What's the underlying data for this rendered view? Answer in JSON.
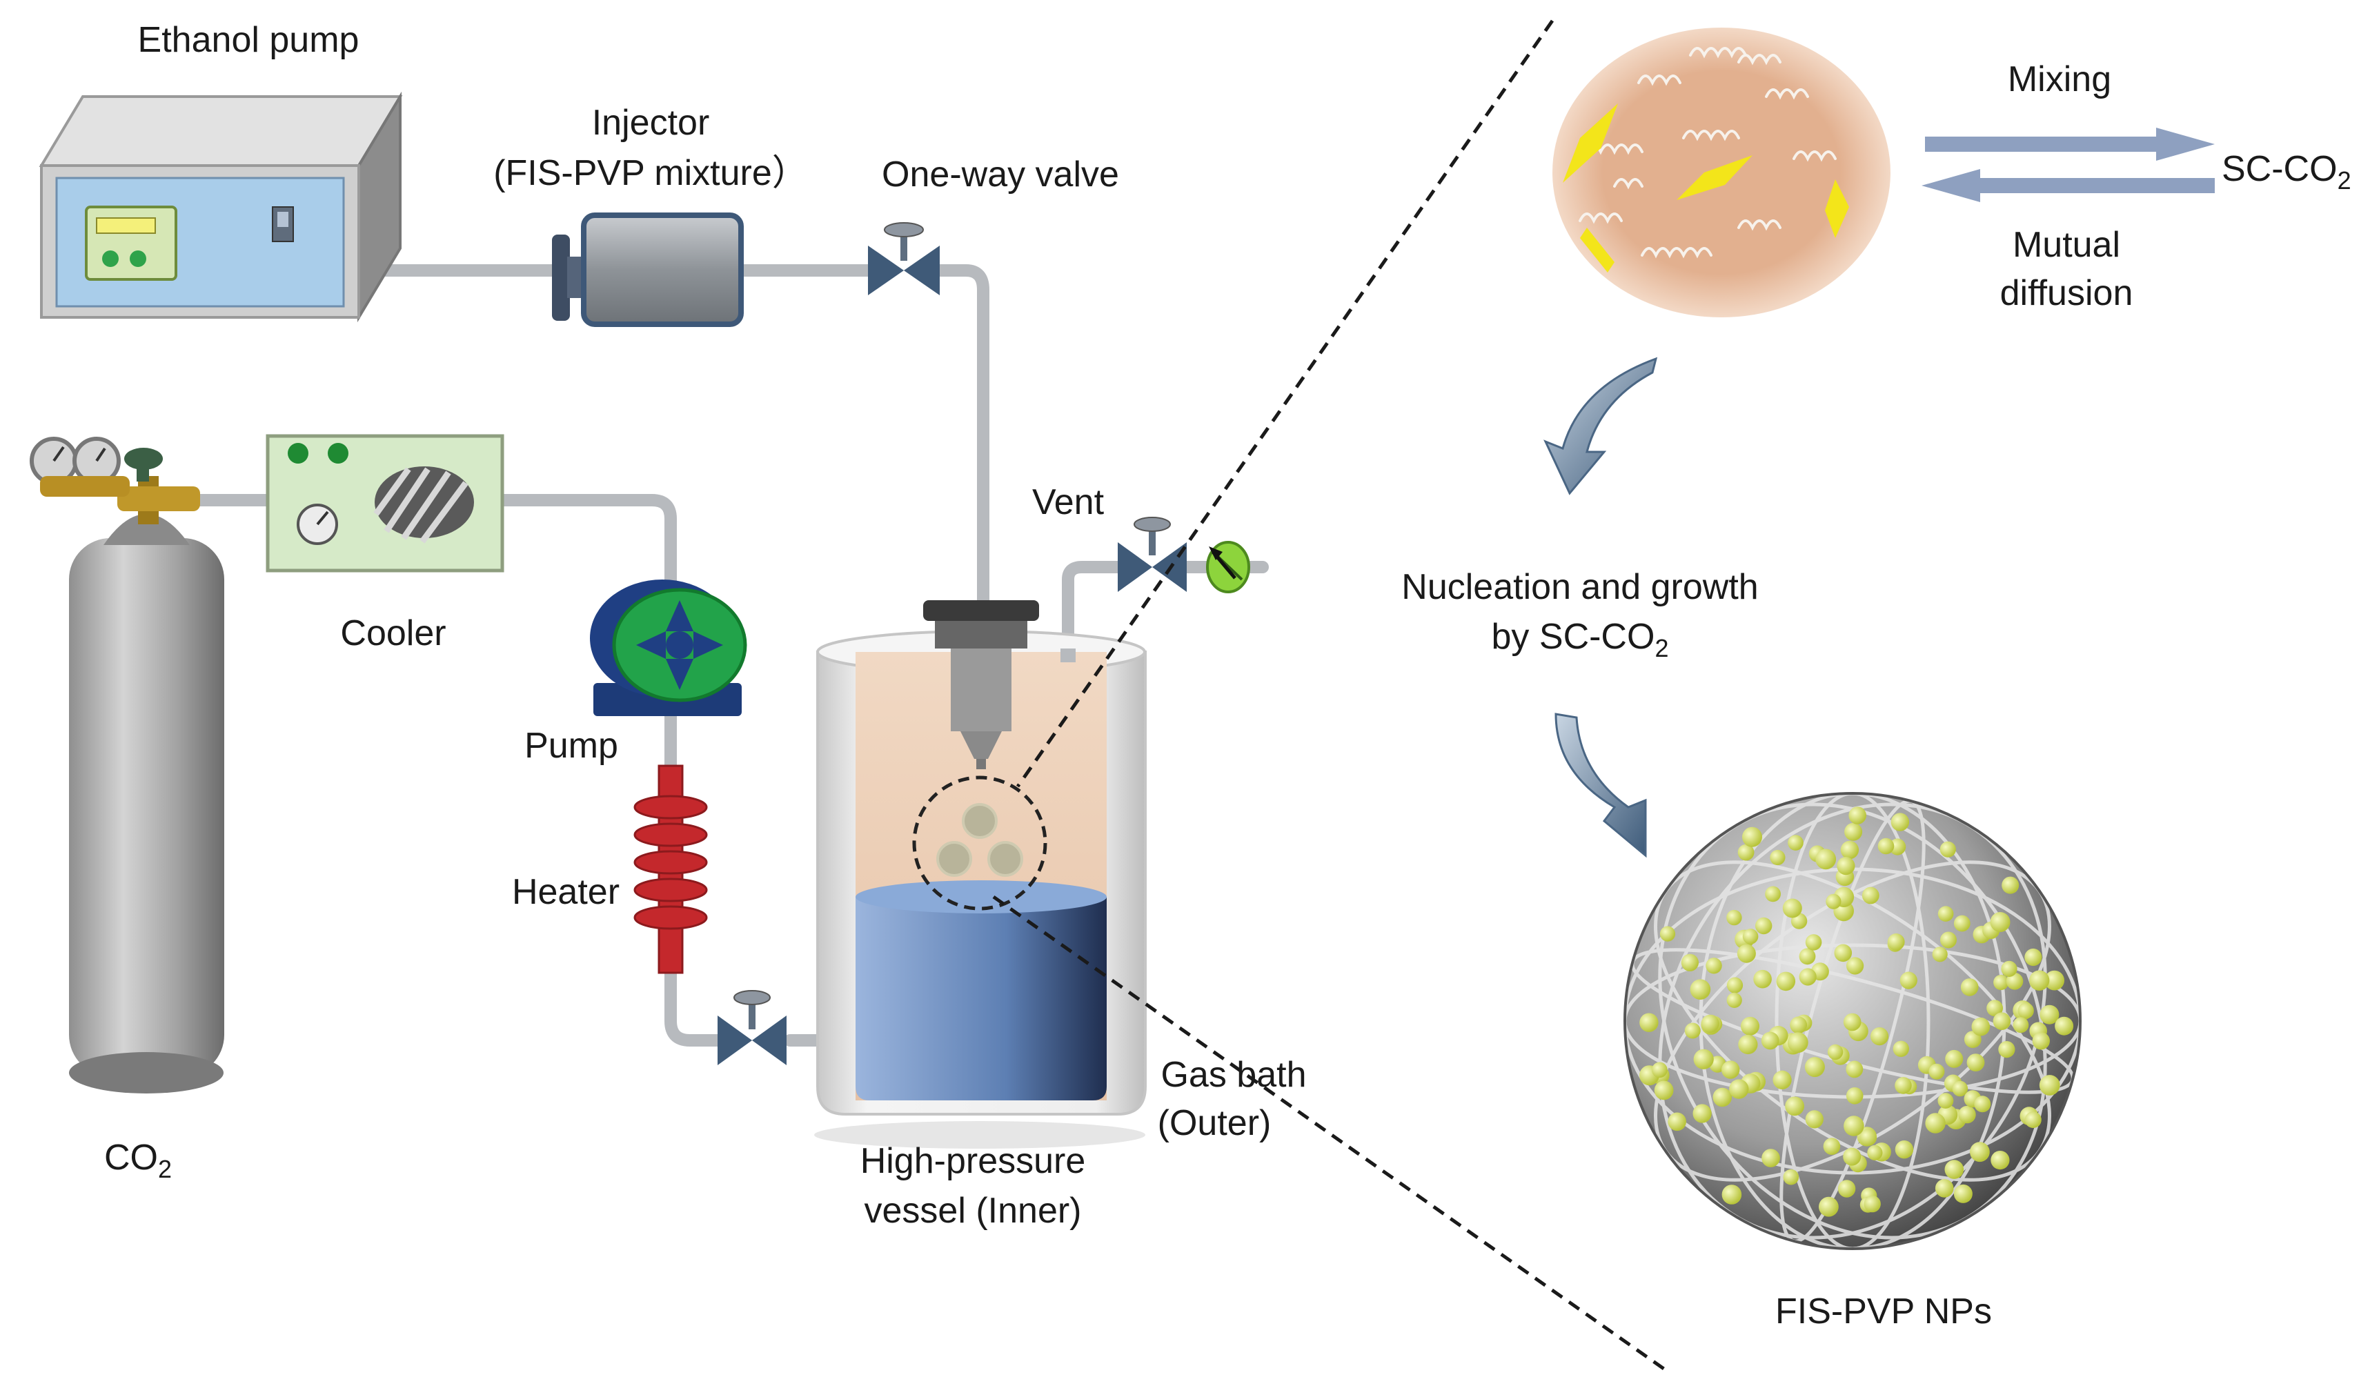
{
  "labels": {
    "ethanol_pump": "Ethanol pump",
    "injector_line1": "Injector",
    "injector_line2": "(FIS-PVP mixture）",
    "one_way_valve": "One-way valve",
    "vent": "Vent",
    "cooler": "Cooler",
    "pump": "Pump",
    "heater": "Heater",
    "co2_base": "CO",
    "co2_sub": "2",
    "vessel_line1": "High-pressure",
    "vessel_line2": "vessel (Inner)",
    "gas_bath_line1": "Gas bath",
    "gas_bath_line2": "(Outer)",
    "mixing": "Mixing",
    "sc_co2_base": "SC-CO",
    "sc_co2_sub": "2",
    "mutual_line1": "Mutual",
    "mutual_line2": "diffusion",
    "nucleation_line1": "Nucleation and growth",
    "nucleation_line2_base": "by SC-CO",
    "nucleation_line2_sub": "2",
    "nps": "FIS-PVP NPs"
  },
  "colors": {
    "pipe": "#b9bcc0",
    "valve": "#3f5a78",
    "cooler": "#d8ebc9",
    "pump_green": "#1fa63a",
    "heater": "#c4282c",
    "droplet": "#e7b897",
    "crystal": "#f2e51a",
    "nanoparticle": "#d7e25c",
    "arrow_blue": "#5f7f9f",
    "liquid": "#6f93c7"
  }
}
